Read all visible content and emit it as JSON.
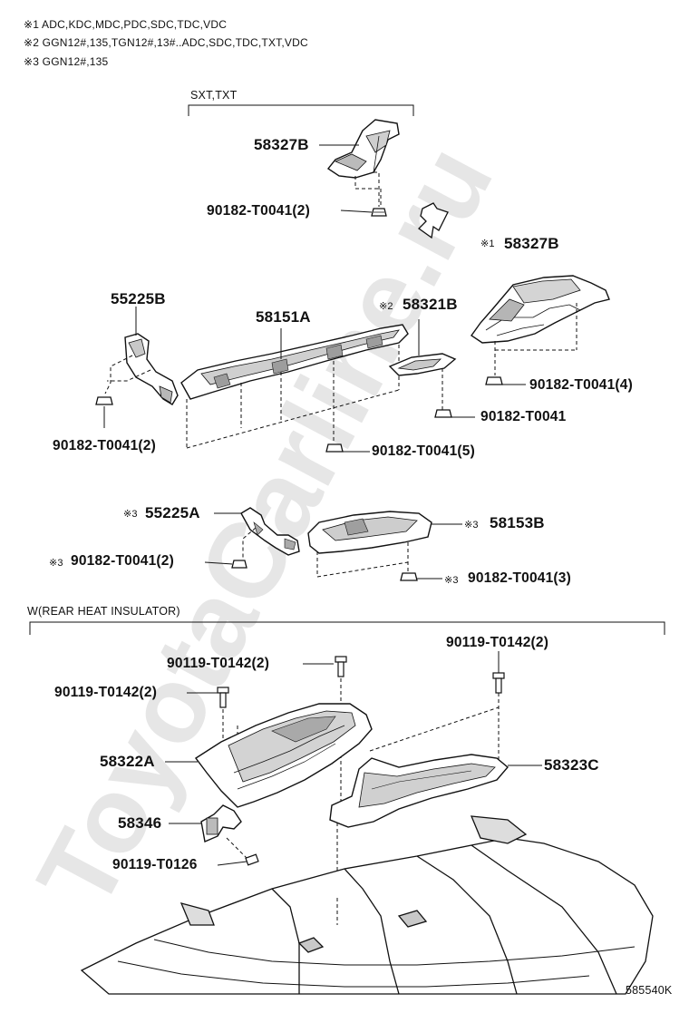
{
  "notes": [
    "※1 ADC,KDC,MDC,PDC,SDC,TDC,VDC",
    "※2 GGN12#,135,TGN12#,13#..ADC,SDC,TDC,TXT,VDC",
    "※3 GGN12#,135"
  ],
  "groups": {
    "top_bracket": "SXT,TXT",
    "rear": "W(REAR HEAT INSULATOR)"
  },
  "marks": {
    "m1": "※1",
    "m2": "※2",
    "m3": "※3"
  },
  "parts": {
    "p58327B_top": "58327B",
    "fast_top": "90182-T0041(2)",
    "p58327B_right": "58327B",
    "fast_right4": "90182-T0041(4)",
    "p55225B": "55225B",
    "p58151A": "58151A",
    "p58321B": "58321B",
    "fast_58321B": "90182-T0041",
    "fast_left2": "90182-T0041(2)",
    "fast_mid5": "90182-T0041(5)",
    "p55225A": "55225A",
    "p58153B": "58153B",
    "fast_55225A": "90182-T0041(2)",
    "fast_58153B": "90182-T0041(3)",
    "bolt_top": "90119-T0142(2)",
    "bolt_left": "90119-T0142(2)",
    "bolt_right": "90119-T0142(2)",
    "p58322A": "58322A",
    "p58323C": "58323C",
    "p58346": "58346",
    "bolt_58346": "90119-T0126"
  },
  "watermark": "ToyotaCarline.ru",
  "code": "585540K"
}
